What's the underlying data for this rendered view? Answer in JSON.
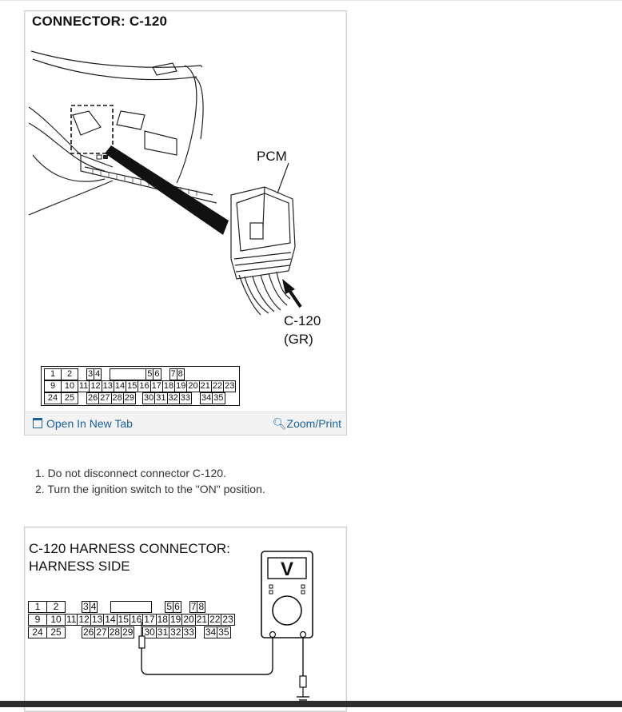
{
  "card1": {
    "title": "CONNECTOR: C-120",
    "pcm_label": "PCM",
    "connector_label": "C-120",
    "connector_color": "(GR)",
    "open_new_tab": "Open In New Tab",
    "zoom_print": "Zoom/Print",
    "link_color": "#1a5f9e"
  },
  "pin_rows": {
    "row1": [
      "1",
      "2",
      "",
      "3",
      "4",
      "",
      "",
      "5",
      "6",
      "",
      "7",
      "8"
    ],
    "row2": [
      "9",
      "10",
      "11",
      "12",
      "13",
      "14",
      "15",
      "16",
      "17",
      "18",
      "19",
      "20",
      "21",
      "22",
      "23"
    ],
    "row3": [
      "24",
      "25",
      "",
      "26",
      "27",
      "28",
      "29",
      "",
      "30",
      "31",
      "32",
      "33",
      "",
      "34",
      "35"
    ]
  },
  "steps": [
    "1. Do not disconnect connector C-120.",
    "2. Turn the ignition switch to the \"ON\" position."
  ],
  "card2": {
    "title_line1": "C-120 HARNESS CONNECTOR:",
    "title_line2": "HARNESS SIDE",
    "meter_symbol": "V"
  }
}
